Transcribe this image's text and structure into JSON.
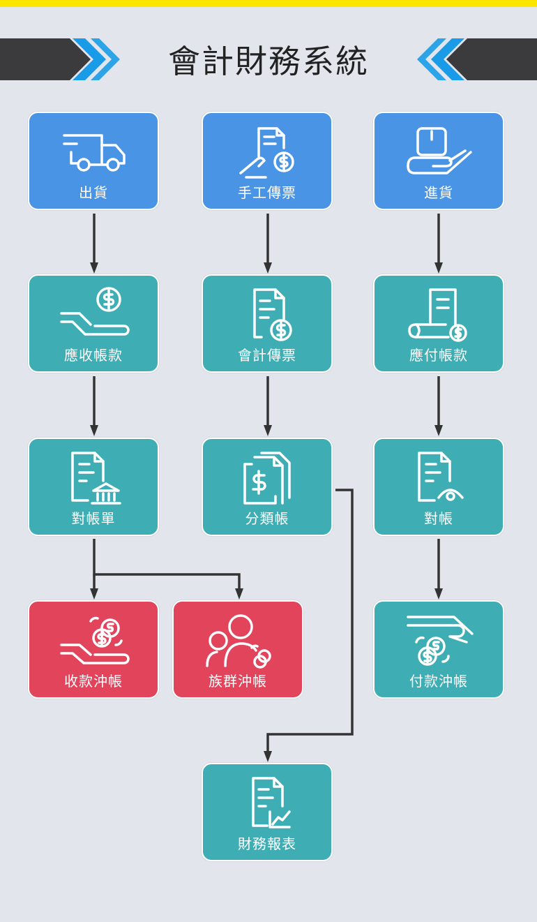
{
  "title": "會計財務系統",
  "colors": {
    "accent_bar": "#ffe600",
    "source": "#4a94e5",
    "process": "#3fadb4",
    "settlement": "#e2445c",
    "arrow": "#333333",
    "chevron": "#1a9be8"
  },
  "nodes": [
    {
      "id": "shipping",
      "label": "出貨",
      "icon": "truck-icon"
    },
    {
      "id": "manual-voucher",
      "label": "手工傳票",
      "icon": "hand-document-dollar-icon"
    },
    {
      "id": "purchase",
      "label": "進貨",
      "icon": "hand-box-icon"
    },
    {
      "id": "accounts-receivable",
      "label": "應收帳款",
      "icon": "hand-coin-icon"
    },
    {
      "id": "accounting-voucher",
      "label": "會計傳票",
      "icon": "document-dollar-icon"
    },
    {
      "id": "accounts-payable",
      "label": "應付帳款",
      "icon": "receipt-dollar-icon"
    },
    {
      "id": "statement",
      "label": "對帳單",
      "icon": "document-bank-icon"
    },
    {
      "id": "ledger",
      "label": "分類帳",
      "icon": "documents-dollar-icon"
    },
    {
      "id": "reconciliation",
      "label": "對帳",
      "icon": "document-eye-icon"
    },
    {
      "id": "receipt-writeoff",
      "label": "收款沖帳",
      "icon": "hand-coins-exchange-icon"
    },
    {
      "id": "group-writeoff",
      "label": "族群沖帳",
      "icon": "users-coins-icon"
    },
    {
      "id": "payment-writeoff",
      "label": "付款沖帳",
      "icon": "hand-pay-coins-icon"
    },
    {
      "id": "financial-report",
      "label": "財務報表",
      "icon": "document-chart-icon"
    }
  ]
}
